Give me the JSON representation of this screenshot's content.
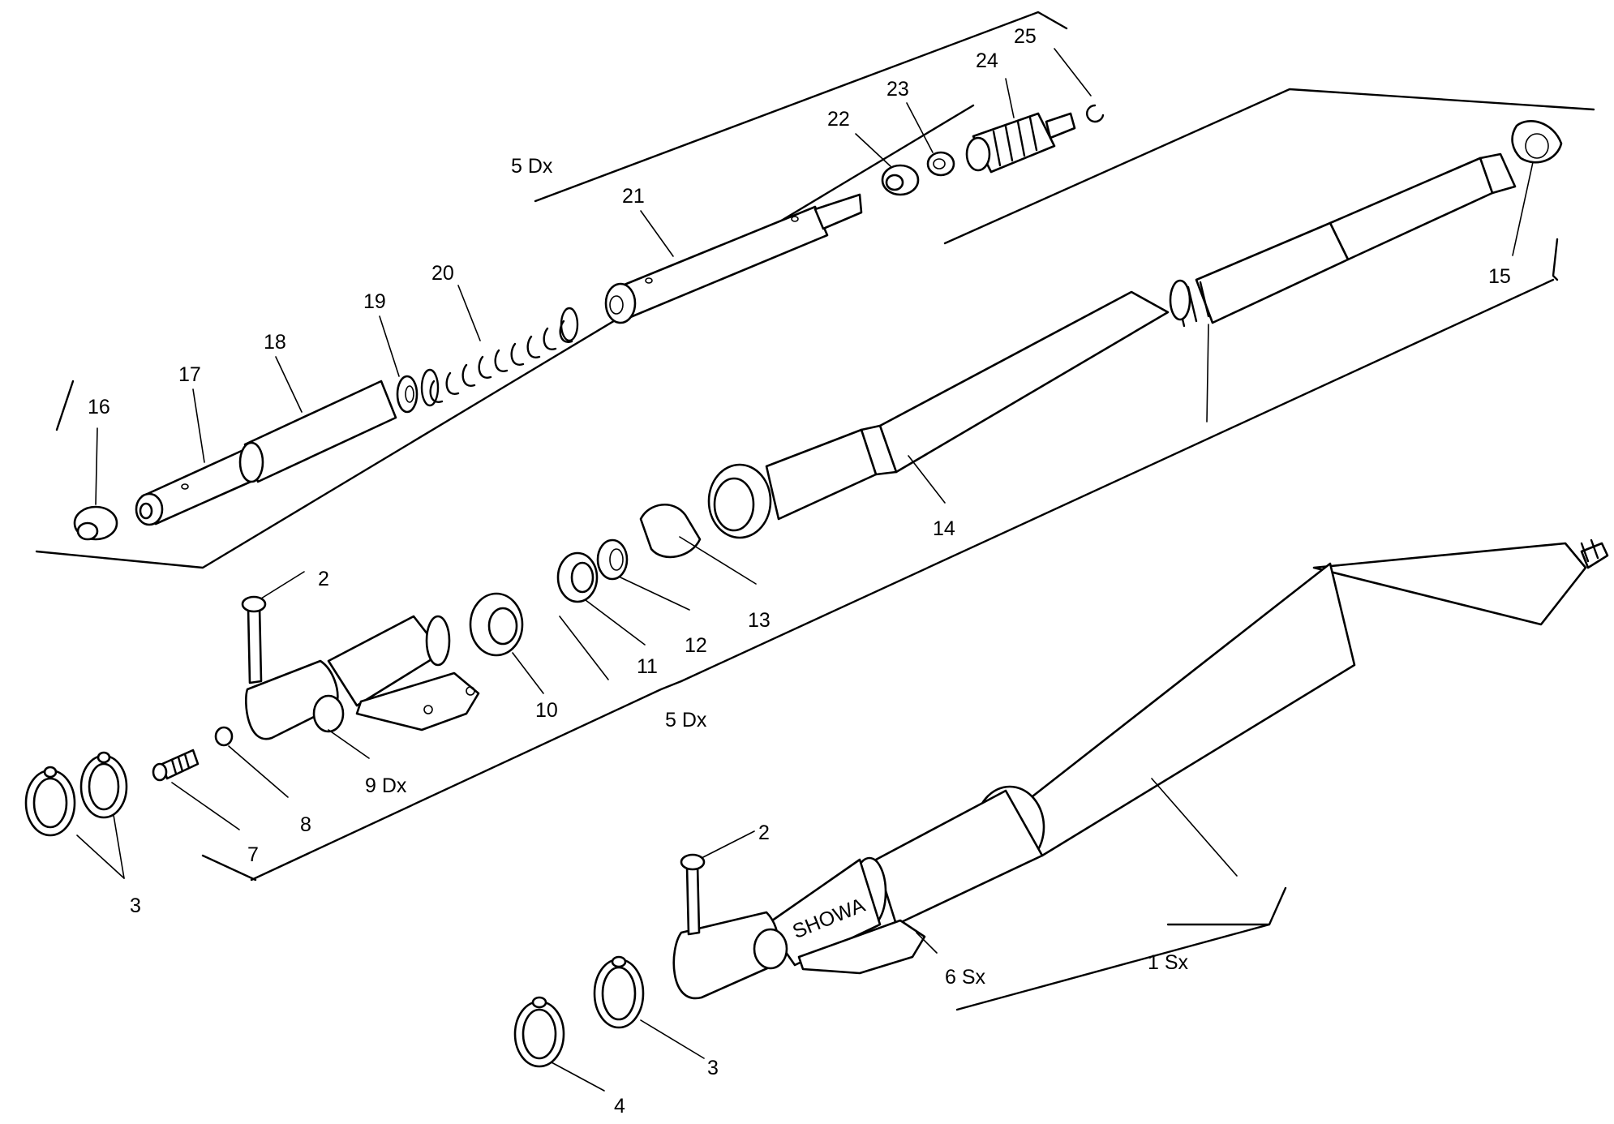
{
  "labels": {
    "p1": "1 Sx",
    "p2a": "2",
    "p2b": "2",
    "p3a": "3",
    "p3b": "3",
    "p4": "4",
    "p5a": "5 Dx",
    "p5b": "5 Dx",
    "p6": "6 Sx",
    "p7": "7",
    "p8": "8",
    "p9": "9 Dx",
    "p10": "10",
    "p11": "11",
    "p12": "12",
    "p13": "13",
    "p14": "14",
    "p15": "15",
    "p16": "16",
    "p17": "17",
    "p18": "18",
    "p19": "19",
    "p20": "20",
    "p21": "21",
    "p22": "22",
    "p23": "23",
    "p24": "24",
    "p25": "25"
  },
  "brand_mark": "SHOWA"
}
